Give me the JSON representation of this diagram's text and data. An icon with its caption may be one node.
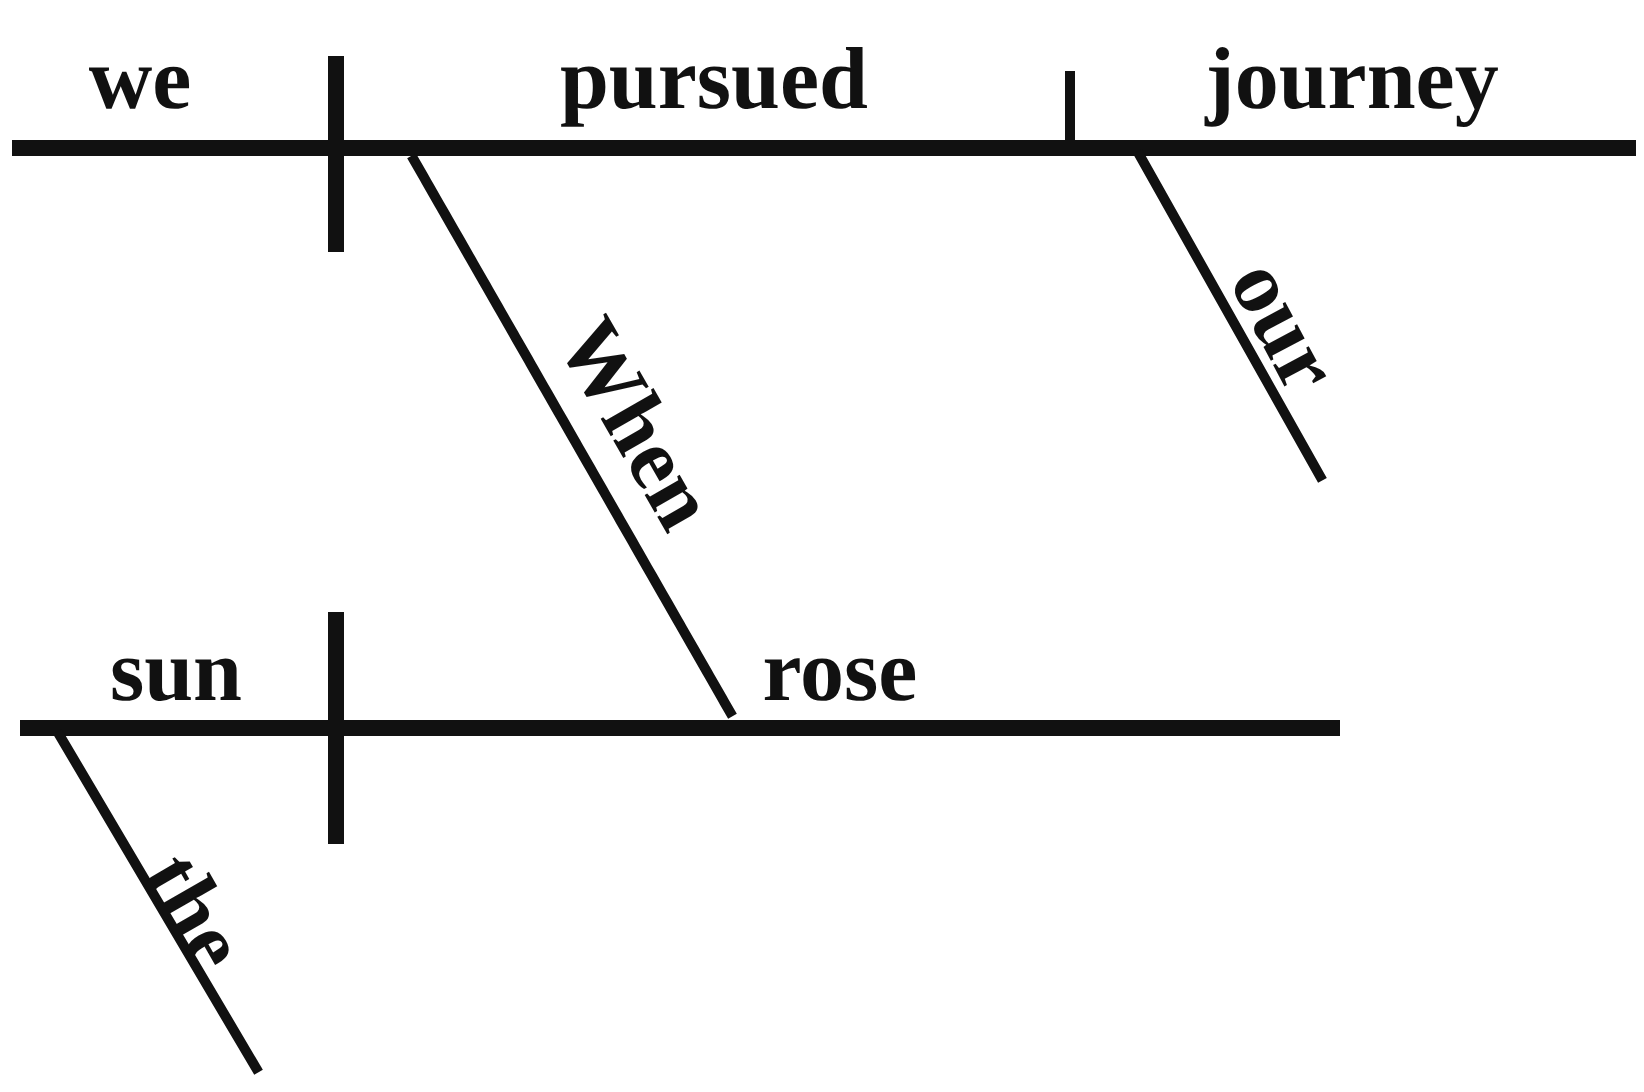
{
  "diagram": {
    "labels": [
      "we",
      "pursued",
      "journey",
      "our",
      "When",
      "sun",
      "rose",
      "the"
    ]
  }
}
